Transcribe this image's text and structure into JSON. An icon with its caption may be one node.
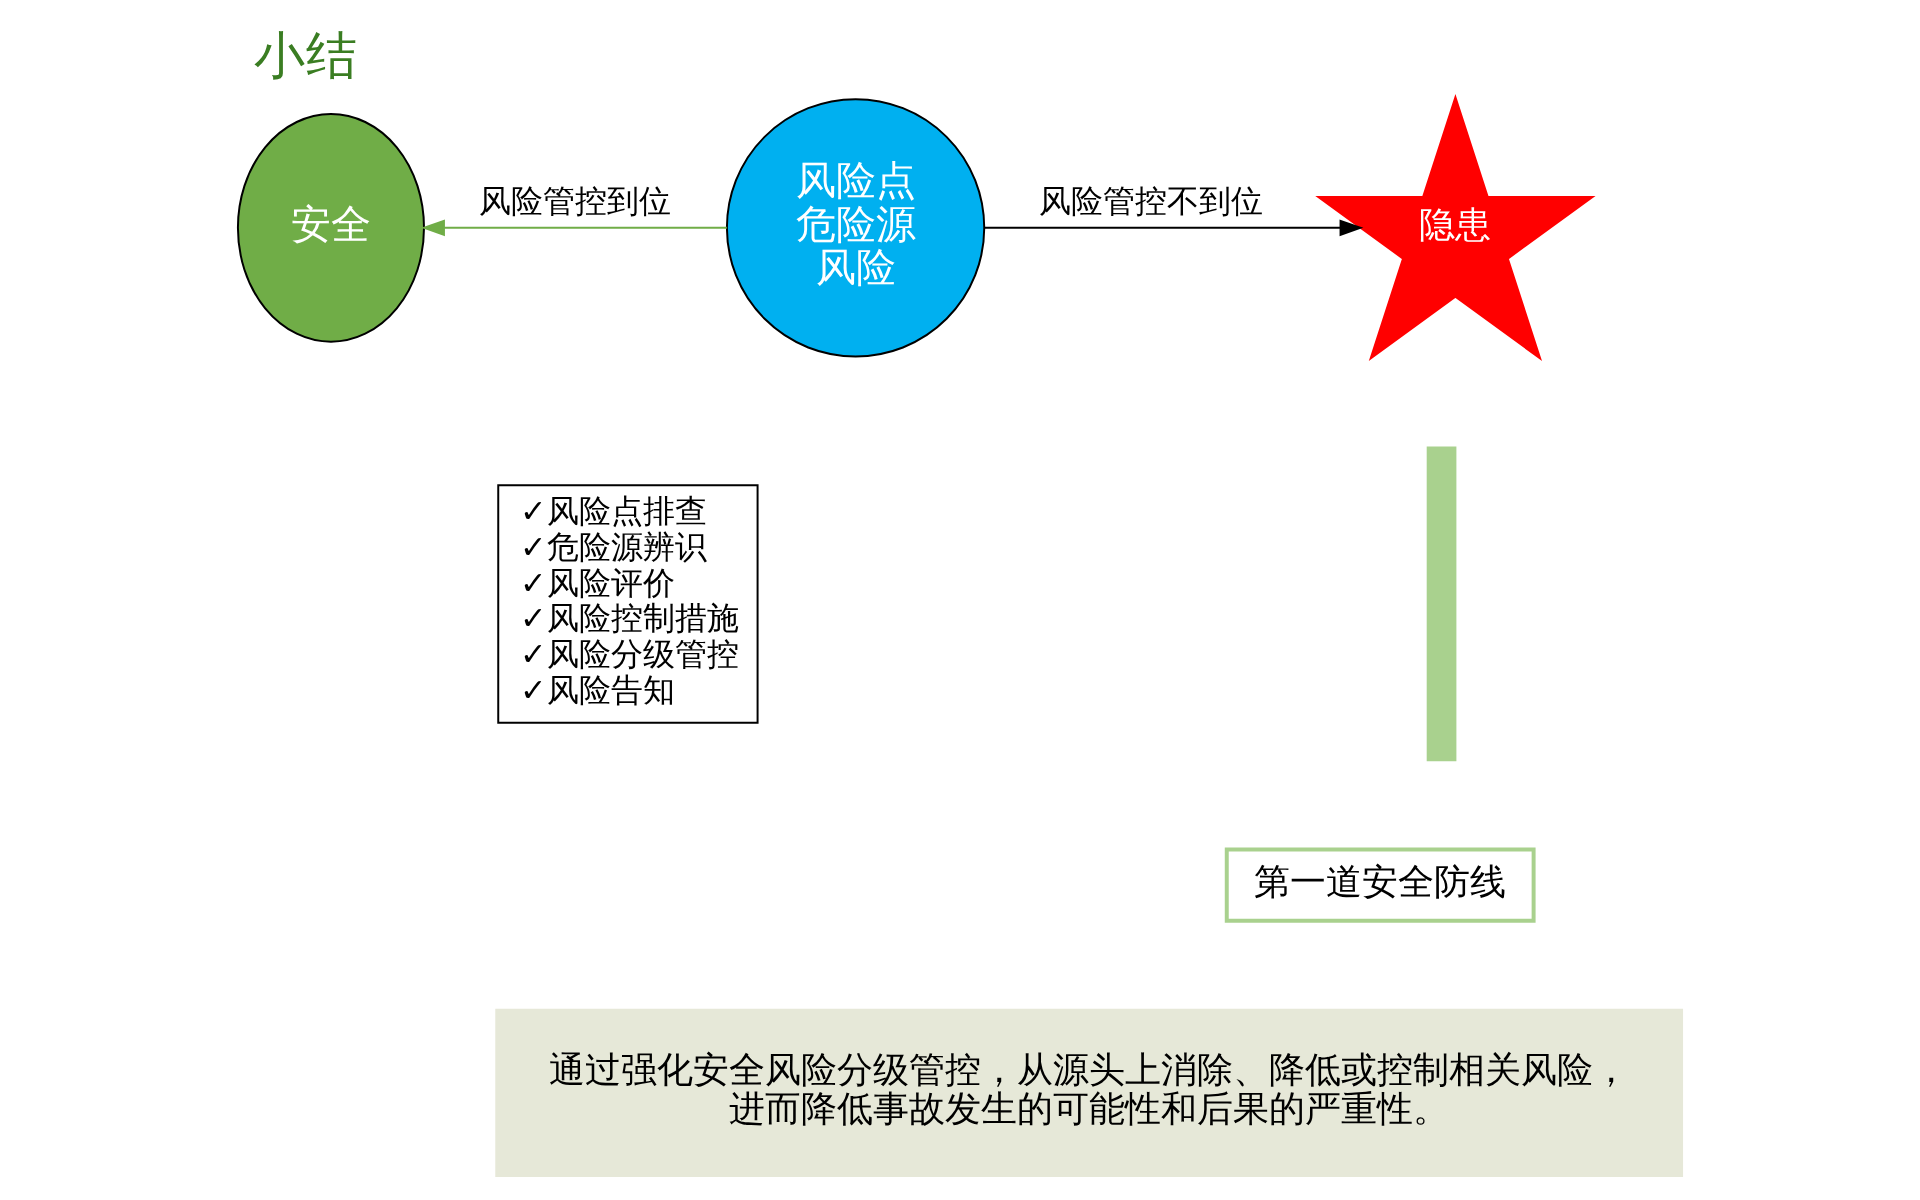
{
  "diagram": {
    "title": "小结",
    "nodes": [
      {
        "text": [
          "安全"
        ]
      },
      {
        "text": [
          "风险点",
          "危险源",
          "风险"
        ]
      },
      {
        "text": [],
        "shape": "bar"
      },
      {
        "text": [
          "隐患"
        ]
      },
      {
        "text": [
          "✓风险点排查",
          "✓危险源辨识",
          "✓风险评价",
          "✓风险控制措施",
          "✓风险分级管控",
          "✓风险告知"
        ]
      },
      {
        "text": [
          "第一道安全防线"
        ]
      },
      {
        "text": [
          "通过强化安全风险分级管控，从源头上消除、降低或控制相关风险，进而降低事故发生的可能性和后果的严重性。"
        ]
      }
    ],
    "edges": [
      {
        "from": 1,
        "to": 0,
        "arrow": "to",
        "label": "风险管控到位",
        "color": "#70ad47"
      },
      {
        "from": 1,
        "to": 3,
        "arrow": "to",
        "label": "风险管控不到位",
        "color": "#000000"
      }
    ]
  }
}
